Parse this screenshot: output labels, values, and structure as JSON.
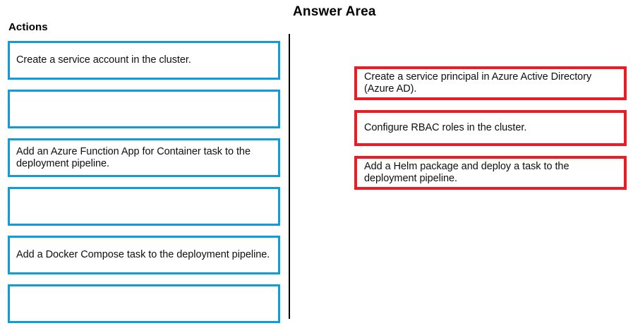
{
  "headings": {
    "actions": "Actions",
    "answer_area": "Answer Area"
  },
  "colors": {
    "action_border": "#0d9ddd",
    "answer_border": "#ed1c24",
    "divider": "#000000",
    "text": "#0f0f0f",
    "background": "#ffffff"
  },
  "actions": {
    "items": [
      {
        "label": "Create a service account in the cluster.",
        "empty": false
      },
      {
        "label": "",
        "empty": true
      },
      {
        "label": "Add an Azure Function App for Container task to the deployment pipeline.",
        "empty": false
      },
      {
        "label": "",
        "empty": true
      },
      {
        "label": "Add a Docker Compose task to the deployment pipeline.",
        "empty": false
      },
      {
        "label": "",
        "empty": true
      }
    ]
  },
  "answer_area": {
    "items": [
      {
        "label": "Create a service principal in Azure Active Directory (Azure AD).",
        "lines": 2
      },
      {
        "label": "Configure RBAC roles in the cluster.",
        "lines": 1
      },
      {
        "label": "Add a Helm package and deploy a task to the deployment pipeline.",
        "lines": 2
      }
    ]
  }
}
